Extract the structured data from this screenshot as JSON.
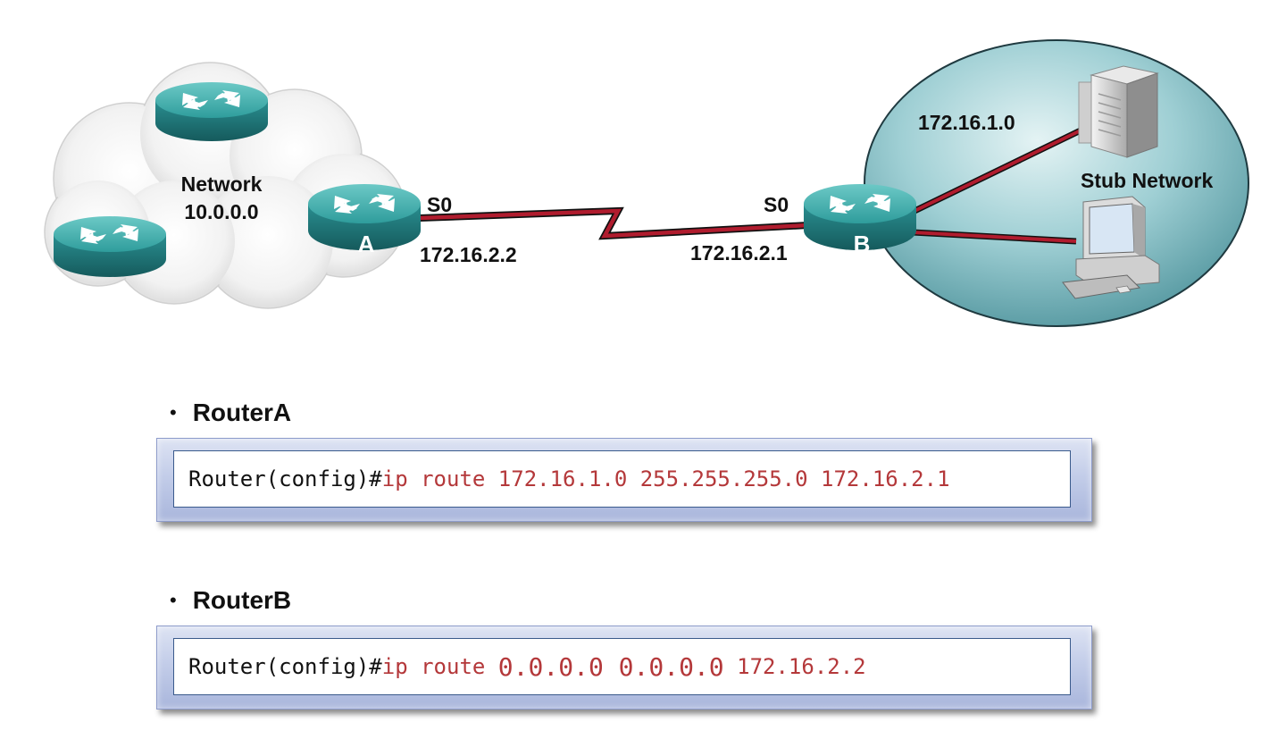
{
  "diagram": {
    "cloud_label_line1": "Network",
    "cloud_label_line2": "10.0.0.0",
    "router_a_letter": "A",
    "router_b_letter": "B",
    "router_a_interface": "S0",
    "router_b_interface": "S0",
    "router_a_ip": "172.16.2.2",
    "router_b_ip": "172.16.2.1",
    "stub_subnet": "172.16.1.0",
    "stub_label": "Stub Network",
    "colors": {
      "router_teal": "#2e9a9a",
      "serial_link": "#b01c2e",
      "stub_ellipse": "#8fc6cc"
    }
  },
  "sections": [
    {
      "title": "RouterA",
      "prompt": "Router(config)#",
      "command_parts": [
        {
          "text": "ip route 172.16.1.0 255.255.255.0 172.16.2.1",
          "style": "normal"
        }
      ]
    },
    {
      "title": "RouterB",
      "prompt": "Router(config)#",
      "command_parts": [
        {
          "text": "ip route ",
          "style": "normal"
        },
        {
          "text": "0.0.0.0 0.0.0.0",
          "style": "large"
        },
        {
          "text": " 172.16.2.2",
          "style": "normal"
        }
      ]
    }
  ]
}
